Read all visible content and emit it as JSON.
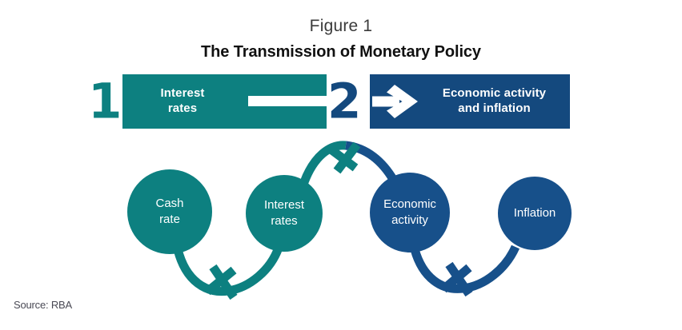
{
  "figure": {
    "label": "Figure 1",
    "title": "The Transmission of Monetary Policy",
    "source": "Source: RBA"
  },
  "colors": {
    "teal": "#0D8080",
    "navy": "#14497E",
    "circle_navy": "#17508A",
    "background": "#FFFFFF",
    "title_text": "#111111",
    "label_text": "#3B3B3B",
    "source_text": "#4A4A55",
    "band_text": "#FFFFFF"
  },
  "banner": {
    "steps": [
      {
        "number": "1",
        "number_color": "#0D8080",
        "band_color": "#0D8080",
        "label": "Interest\nrates",
        "label_line1": "Interest",
        "label_line2": "rates",
        "icon": "arrow-shaft-right-icon"
      },
      {
        "number": "2",
        "number_color": "#14497E",
        "band_color": "#14497E",
        "label": "Economic activity\nand inflation",
        "label_line1": "Economic activity",
        "label_line2": "and inflation",
        "icon": "arrow-right-icon"
      }
    ]
  },
  "flow": {
    "nodes": [
      {
        "id": "cash-rate",
        "label_line1": "Cash",
        "label_line2": "rate",
        "color": "#0D8080",
        "group": "interest-rates"
      },
      {
        "id": "interest-rates",
        "label_line1": "Interest",
        "label_line2": "rates",
        "color": "#0D8080",
        "group": "interest-rates"
      },
      {
        "id": "economic-activity",
        "label_line1": "Economic",
        "label_line2": "activity",
        "color": "#17508A",
        "group": "economic-activity-and-inflation"
      },
      {
        "id": "inflation",
        "label_line1": "Inflation",
        "label_line2": "",
        "color": "#17508A",
        "group": "economic-activity-and-inflation"
      }
    ],
    "connectors": [
      {
        "from": "cash-rate",
        "to": "interest-rates",
        "direction": "down-arc",
        "color": "#0D8080"
      },
      {
        "from": "interest-rates",
        "to": "economic-activity",
        "direction": "up-arc",
        "color_start": "#0D8080",
        "color_end": "#17508A"
      },
      {
        "from": "economic-activity",
        "to": "inflation",
        "direction": "down-arc",
        "color": "#17508A"
      }
    ]
  }
}
